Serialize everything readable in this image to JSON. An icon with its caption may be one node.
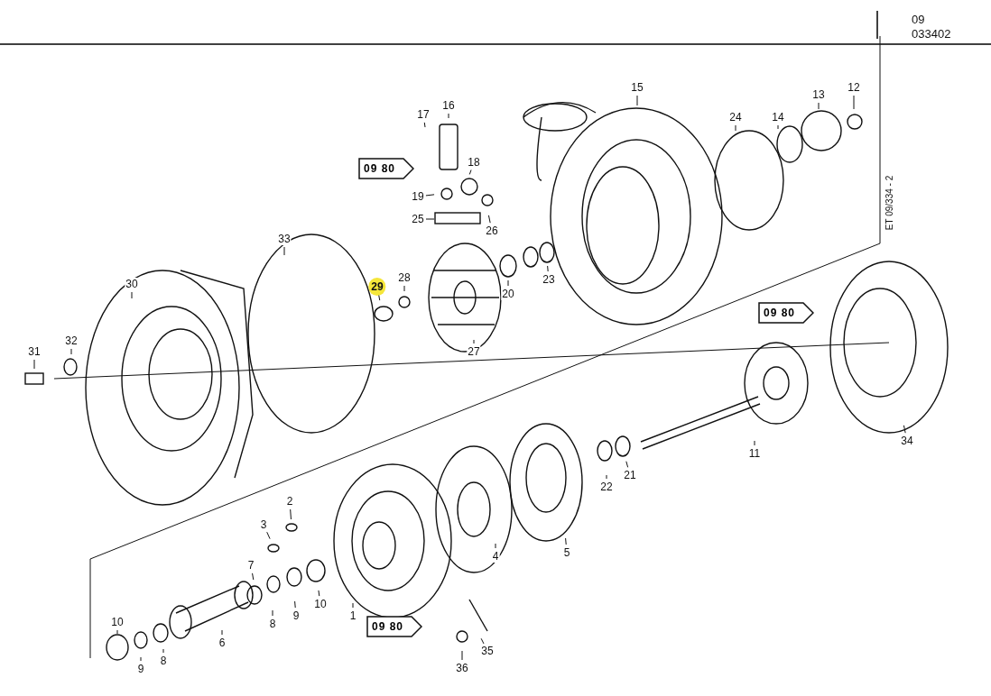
{
  "diagram": {
    "nodes": [
      {
        "text": [
          "15"
        ]
      },
      {
        "text": [
          "13"
        ]
      },
      {
        "text": [
          "12"
        ]
      },
      {
        "text": [
          "16"
        ]
      },
      {
        "text": [
          "17"
        ]
      },
      {
        "text": [
          "24"
        ]
      },
      {
        "text": [
          "14"
        ]
      },
      {
        "text": [
          "18"
        ]
      },
      {
        "text": [
          "09 80"
        ]
      },
      {
        "text": [
          "19"
        ]
      },
      {
        "text": [
          "25"
        ]
      },
      {
        "text": [
          "26"
        ]
      },
      {
        "text": [
          "33"
        ]
      },
      {
        "text": [
          "28"
        ]
      },
      {
        "text": [
          "23"
        ]
      },
      {
        "text": [
          "30"
        ]
      },
      {
        "text": [
          "29"
        ]
      },
      {
        "text": [
          "20"
        ]
      },
      {
        "text": [
          "09 80"
        ]
      },
      {
        "text": [
          "32"
        ]
      },
      {
        "text": [
          "27"
        ]
      },
      {
        "text": [
          "31"
        ]
      },
      {
        "text": [
          "34"
        ]
      },
      {
        "text": [
          "11"
        ]
      },
      {
        "text": [
          "21"
        ]
      },
      {
        "text": [
          "22"
        ]
      },
      {
        "text": [
          "2"
        ]
      },
      {
        "text": [
          "3"
        ]
      },
      {
        "text": [
          "5"
        ]
      },
      {
        "text": [
          "4"
        ]
      },
      {
        "text": [
          "7"
        ]
      },
      {
        "text": [
          "10"
        ]
      },
      {
        "text": [
          "1"
        ]
      },
      {
        "text": [
          "09 80"
        ]
      },
      {
        "text": [
          "9"
        ]
      },
      {
        "text": [
          "8"
        ]
      },
      {
        "text": [
          "10"
        ]
      },
      {
        "text": [
          "6"
        ]
      },
      {
        "text": [
          "35"
        ]
      },
      {
        "text": [
          "8"
        ]
      },
      {
        "text": [
          "36"
        ]
      },
      {
        "text": [
          "9"
        ]
      }
    ],
    "edges": [
      {
        "from": 0,
        "to": null,
        "arrow": "none"
      },
      {
        "from": 1,
        "to": null,
        "arrow": "none"
      },
      {
        "from": 2,
        "to": null,
        "arrow": "none"
      },
      {
        "from": 3,
        "to": null,
        "arrow": "none"
      },
      {
        "from": 4,
        "to": null,
        "arrow": "none"
      },
      {
        "from": 5,
        "to": null,
        "arrow": "none"
      },
      {
        "from": 6,
        "to": null,
        "arrow": "none"
      },
      {
        "from": 7,
        "to": null,
        "arrow": "none"
      },
      {
        "from": 9,
        "to": null,
        "arrow": "none"
      },
      {
        "from": 10,
        "to": null,
        "arrow": "none"
      },
      {
        "from": 11,
        "to": null,
        "arrow": "none"
      },
      {
        "from": 12,
        "to": null,
        "arrow": "none"
      },
      {
        "from": 13,
        "to": null,
        "arrow": "none"
      },
      {
        "from": 14,
        "to": null,
        "arrow": "none"
      },
      {
        "from": 15,
        "to": null,
        "arrow": "none"
      },
      {
        "from": 16,
        "to": null,
        "arrow": "none"
      },
      {
        "from": 17,
        "to": null,
        "arrow": "none"
      },
      {
        "from": 19,
        "to": null,
        "arrow": "none"
      },
      {
        "from": 20,
        "to": null,
        "arrow": "none"
      },
      {
        "from": 21,
        "to": null,
        "arrow": "none"
      },
      {
        "from": 22,
        "to": null,
        "arrow": "none"
      },
      {
        "from": 23,
        "to": null,
        "arrow": "none"
      },
      {
        "from": 24,
        "to": null,
        "arrow": "none"
      },
      {
        "from": 25,
        "to": null,
        "arrow": "none"
      },
      {
        "from": 26,
        "to": null,
        "arrow": "none"
      },
      {
        "from": 27,
        "to": null,
        "arrow": "none"
      },
      {
        "from": 28,
        "to": null,
        "arrow": "none"
      },
      {
        "from": 29,
        "to": null,
        "arrow": "none"
      },
      {
        "from": 30,
        "to": null,
        "arrow": "none"
      },
      {
        "from": 31,
        "to": null,
        "arrow": "none"
      },
      {
        "from": 32,
        "to": null,
        "arrow": "none"
      },
      {
        "from": 34,
        "to": null,
        "arrow": "none"
      },
      {
        "from": 35,
        "to": null,
        "arrow": "none"
      },
      {
        "from": 36,
        "to": null,
        "arrow": "none"
      },
      {
        "from": 37,
        "to": null,
        "arrow": "none"
      },
      {
        "from": 38,
        "to": null,
        "arrow": "none"
      },
      {
        "from": 39,
        "to": null,
        "arrow": "none"
      },
      {
        "from": 40,
        "to": null,
        "arrow": "none"
      },
      {
        "from": 41,
        "to": null,
        "arrow": "none"
      }
    ],
    "labels": [
      "09",
      "033402",
      "ET 09/334 - 2"
    ]
  }
}
